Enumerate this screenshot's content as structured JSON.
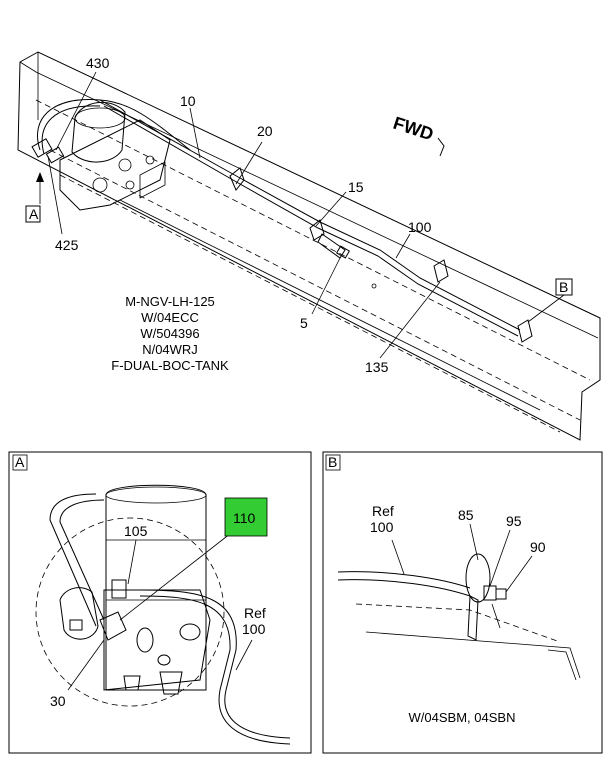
{
  "callouts_main": {
    "c430": "430",
    "c10": "10",
    "c20": "20",
    "c15": "15",
    "c100": "100",
    "c425": "425",
    "c5": "5",
    "c135": "135",
    "fwd": "FWD"
  },
  "view_refs": {
    "a": "A",
    "b": "B"
  },
  "notes": [
    "M-NGV-LH-125",
    "W/04ECC",
    "W/504396",
    "N/04WRJ",
    "F-DUAL-BOC-TANK"
  ],
  "detail_a": {
    "title": "A",
    "c105": "105",
    "c110": "110",
    "c30": "30",
    "ref_word": "Ref",
    "ref_num": "100",
    "highlight_color": "#33cc33"
  },
  "detail_b": {
    "title": "B",
    "ref_word": "Ref",
    "ref_num": "100",
    "c85": "85",
    "c95": "95",
    "c90": "90",
    "footnote": "W/04SBM, 04SBN"
  }
}
